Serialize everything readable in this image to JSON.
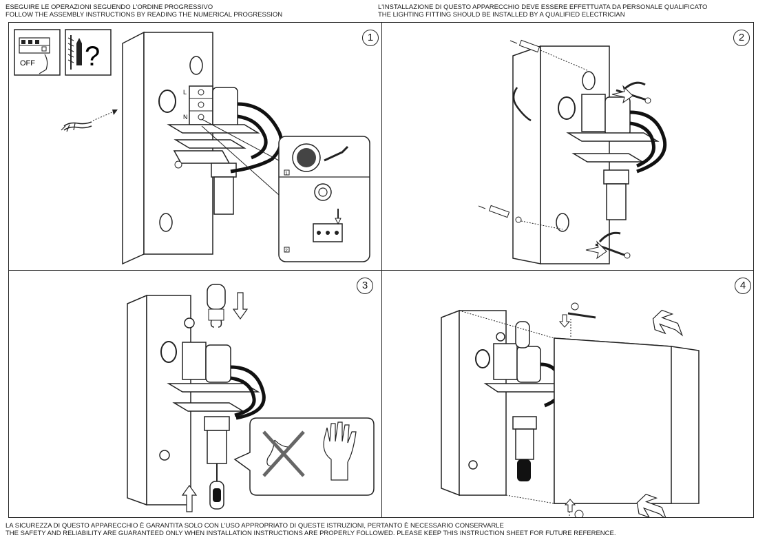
{
  "header": {
    "left_line1": "ESEGUIRE LE OPERAZIONI SEGUENDO L'ORDINE PROGRESSIVO",
    "left_line2": "FOLLOW THE ASSEMBLY INSTRUCTIONS BY READING THE NUMERICAL PROGRESSION",
    "right_line1": "L'INSTALLAZIONE DI QUESTO APPARECCHIO DEVE ESSERE EFFETTUATA DA PERSONALE QUALIFICATO",
    "right_line2": "THE LIGHTING FITTING SHOULD BE INSTALLED BY A QUALIFIED ELECTRICIAN"
  },
  "steps": [
    {
      "number": "1",
      "off_label": "OFF",
      "question_mark": "?",
      "callout_labels": [
        "1",
        "2"
      ],
      "terminal_labels": [
        "L",
        "N"
      ]
    },
    {
      "number": "2"
    },
    {
      "number": "3"
    },
    {
      "number": "4"
    }
  ],
  "footer": {
    "line1": "LA SICUREZZA DI QUESTO APPARECCHIO È GARANTITA SOLO CON L'USO APPROPRIATO DI QUESTE ISTRUZIONI, PERTANTO È NECESSARIO CONSERVARLE",
    "line2": "THE SAFETY AND RELIABILITY ARE GUARANTEED ONLY WHEN INSTALLATION INSTRUCTIONS ARE PROPERLY FOLLOWED. PLEASE KEEP THIS INSTRUCTION SHEET FOR FUTURE REFERENCE."
  }
}
